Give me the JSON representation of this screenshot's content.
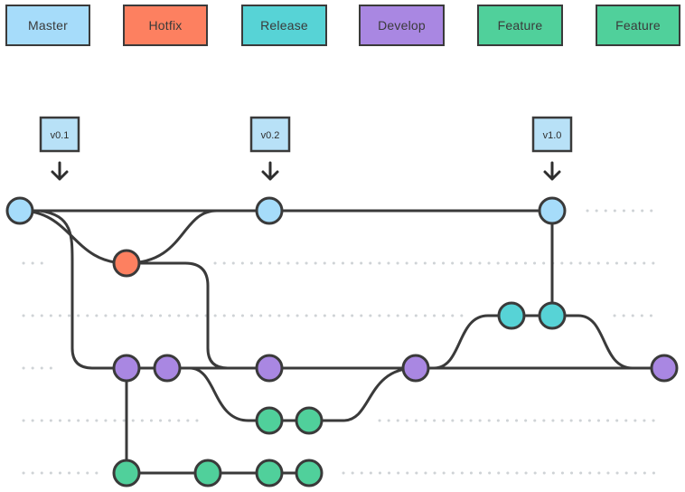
{
  "legend": [
    {
      "label": "Master",
      "color": "#a6dcfa"
    },
    {
      "label": "Hotfix",
      "color": "#fd8060"
    },
    {
      "label": "Release",
      "color": "#57d3d6"
    },
    {
      "label": "Develop",
      "color": "#a987e2"
    },
    {
      "label": "Feature",
      "color": "#50d09b"
    },
    {
      "label": "Feature",
      "color": "#50d09b"
    }
  ],
  "tags": [
    "v0.1",
    "v0.2",
    "v1.0"
  ]
}
